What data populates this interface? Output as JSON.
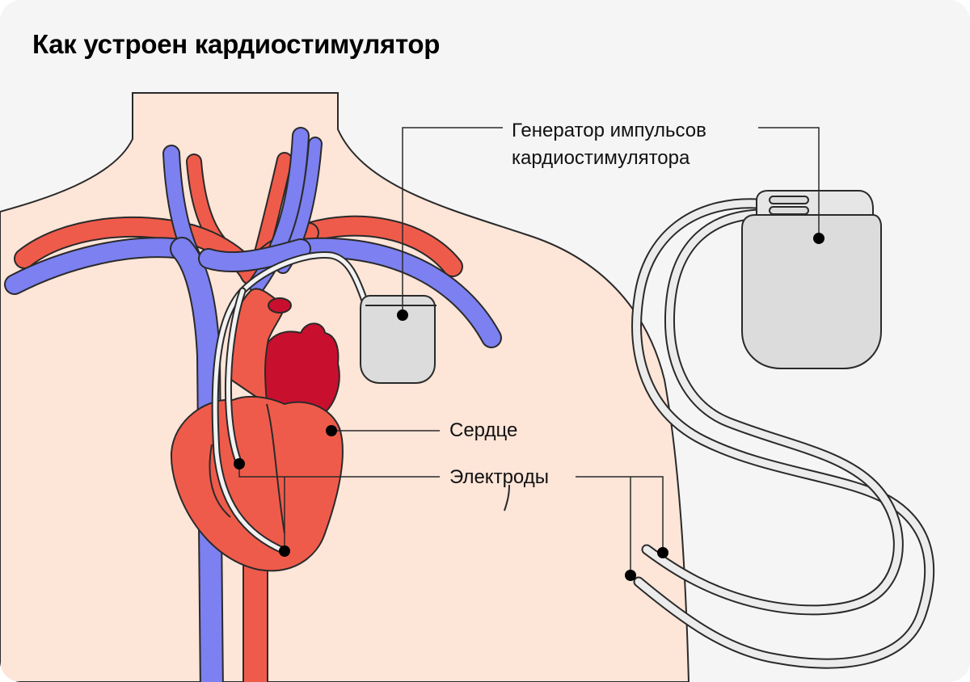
{
  "title": "Как устроен кардиостимулятор",
  "labels": {
    "generator_line1": "Генератор импульсов",
    "generator_line2": "кардиостимулятора",
    "heart": "Сердце",
    "electrodes": "Электроды"
  },
  "colors": {
    "background": "#f5f5f5",
    "skin": "#fde5d8",
    "artery": "#ef5b4b",
    "vein": "#7c80f0",
    "heart_dark": "#c8102e",
    "device": "#dcdcdc",
    "outline": "#2a2a2a"
  }
}
